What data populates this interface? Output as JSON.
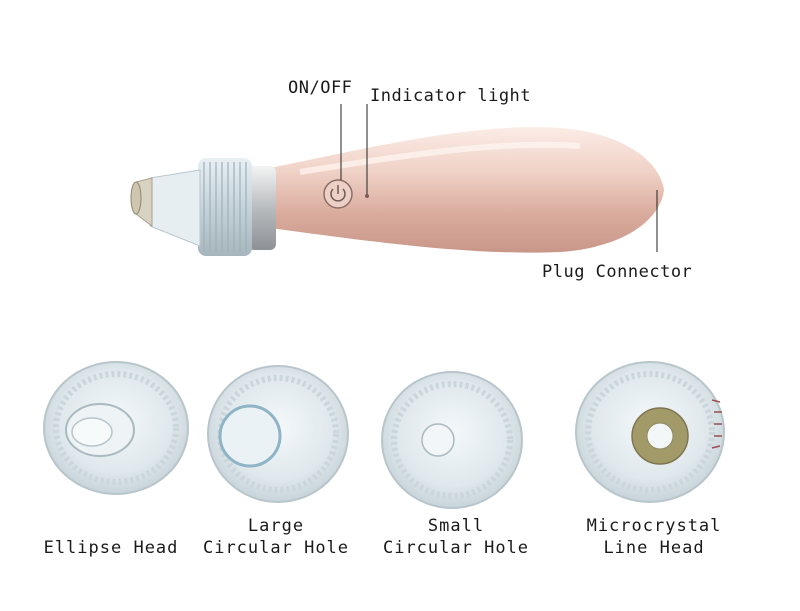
{
  "callouts": {
    "on_off": "ON/OFF",
    "indicator_light": "Indicator light",
    "plug_connector": "Plug Connector"
  },
  "heads": [
    {
      "line1": "",
      "line2": "Ellipse Head"
    },
    {
      "line1": "Large",
      "line2": "Circular Hole"
    },
    {
      "line1": "Small",
      "line2": "Circular Hole"
    },
    {
      "line1": "Microcrystal",
      "line2": "Line Head"
    }
  ],
  "colors": {
    "body_rose_gold": "#e8c4b8",
    "head_translucent": "#dfe8ec",
    "crystal_ring": "#a39a6a"
  }
}
